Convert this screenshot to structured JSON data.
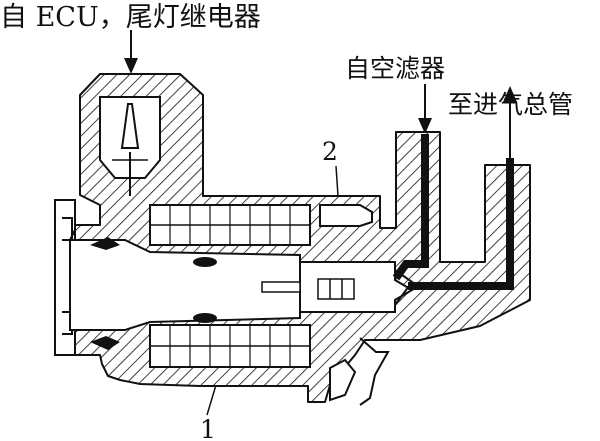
{
  "labels": {
    "from_ecu": "自 ECU，尾灯继电器",
    "from_air_filter": "自空滤器",
    "to_intake_manifold": "至进气总管",
    "callout_1": "1",
    "callout_2": "2"
  }
}
